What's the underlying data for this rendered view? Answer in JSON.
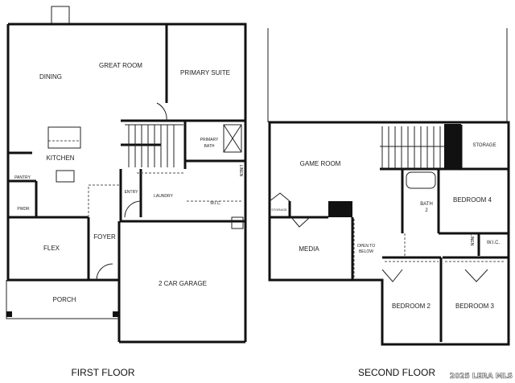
{
  "first_floor": {
    "caption": "FIRST FLOOR",
    "rooms": {
      "dining": "DINING",
      "great_room": "GREAT ROOM",
      "primary_suite": "PRIMARY SUITE",
      "kitchen": "KITCHEN",
      "pantry": "PANTRY",
      "primary_bath_1": "PRIMARY",
      "primary_bath_2": "BATH",
      "linen": "LINEN",
      "entry": "ENTRY",
      "laundry": "LAUNDRY",
      "wic": "W.I.C.",
      "pwdr": "PWDR",
      "flex": "FLEX",
      "foyer": "FOYER",
      "garage": "2 CAR GARAGE",
      "porch": "PORCH"
    }
  },
  "second_floor": {
    "caption": "SECOND FLOOR",
    "rooms": {
      "game_room": "GAME ROOM",
      "storage": "STORAGE",
      "storage_small": "STORAGE",
      "bath2_1": "BATH",
      "bath2_2": "2",
      "bedroom4": "BEDROOM 4",
      "media": "MEDIA",
      "open_below_1": "OPEN TO",
      "open_below_2": "BELOW",
      "linen": "LINEN",
      "wic": "W.I.C.",
      "bedroom2": "BEDROOM 2",
      "bedroom3": "BEDROOM 3"
    }
  },
  "watermark": "2025 LERA MLS"
}
